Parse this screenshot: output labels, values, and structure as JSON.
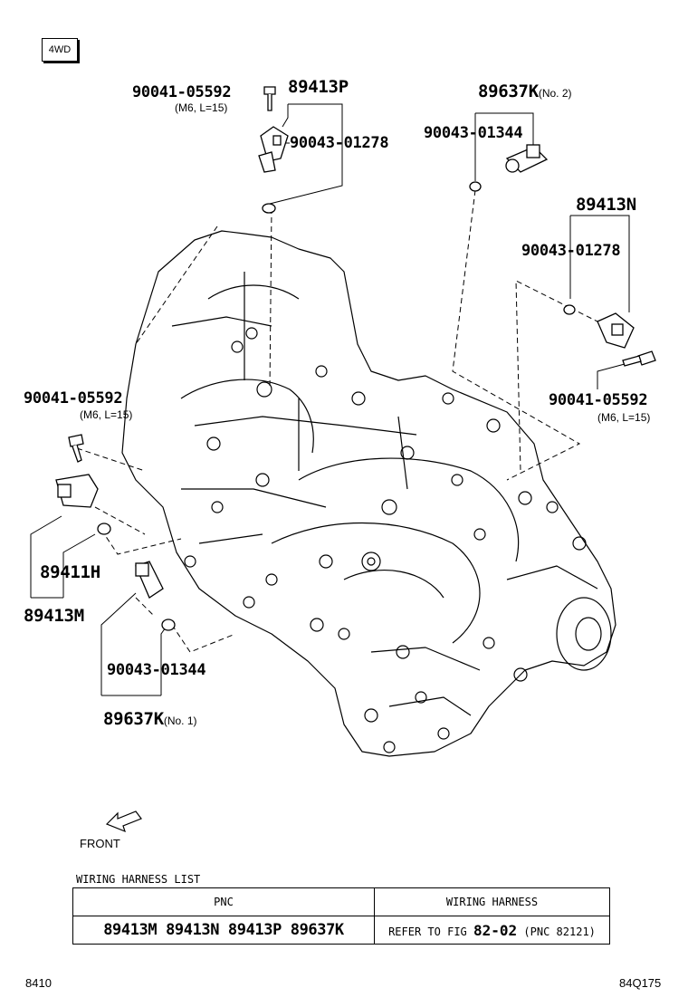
{
  "badge": "4WD",
  "callouts": {
    "bolt_top": {
      "part": "90041-05592",
      "note": "(M6, L=15)"
    },
    "sensor_top": {
      "part": "89413P"
    },
    "oring_top": {
      "part": "90043-01278"
    },
    "switch_no2": {
      "part": "89637K",
      "note": "(No. 2)"
    },
    "oring_no2": {
      "part": "90043-01344"
    },
    "sensor_right": {
      "part": "89413N"
    },
    "oring_right": {
      "part": "90043-01278"
    },
    "bolt_right": {
      "part": "90041-05592",
      "note": "(M6, L=15)"
    },
    "bolt_left": {
      "part": "90041-05592",
      "note": "(M6, L=15)"
    },
    "sensor_left_h": {
      "part": "89411H"
    },
    "sensor_left_m": {
      "part": "89413M"
    },
    "oring_no1": {
      "part": "90043-01344"
    },
    "switch_no1": {
      "part": "89637K",
      "note": "(No. 1)"
    }
  },
  "front_label": "FRONT",
  "harness": {
    "title": "WIRING HARNESS LIST",
    "headers": [
      "PNC",
      "WIRING HARNESS"
    ],
    "pnc": "89413M 89413N 89413P 89637K",
    "ref_prefix": "REFER TO FIG",
    "ref_fig": "82-02",
    "ref_pnc": "(PNC 82121)"
  },
  "footer": {
    "left": "8410",
    "right": "84Q175"
  }
}
